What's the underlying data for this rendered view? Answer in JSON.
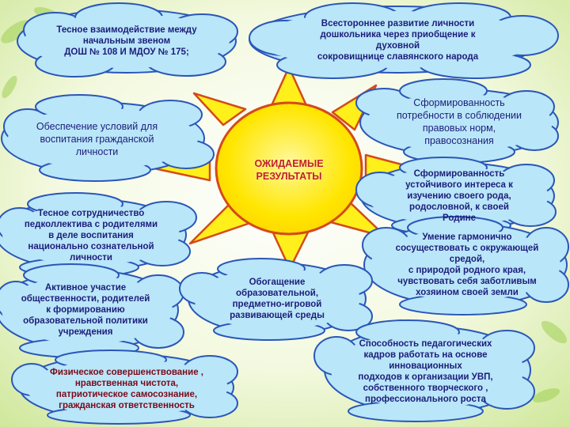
{
  "center": {
    "lines": [
      "ОЖИДАЕМЫЕ",
      "РЕЗУЛЬТАТЫ"
    ]
  },
  "colors": {
    "cloud_fill": "#b9e6f9",
    "cloud_stroke": "#2a56b8",
    "sun_fill": "#ffe600",
    "ray_fill": "#ffef1a",
    "ray_stroke": "#d44a1a",
    "text_dark_blue": "#1d1d7a",
    "text_dark_red": "#7a0a1a",
    "title_red": "#c0202a"
  },
  "clouds": [
    {
      "id": "c1",
      "lines": [
        "Тесное взаимодействие  между",
        "начальным звеном",
        "ДОШ № 108 И МДОУ № 175;"
      ]
    },
    {
      "id": "c2",
      "lines": [
        "Всестороннее развитие личности",
        "дошкольника  через приобщение  к",
        "духовной",
        "сокровищнице  славянского народа"
      ]
    },
    {
      "id": "c3",
      "lines": [
        "Сформированность",
        "потребности в соблюдении",
        "правовых норм,",
        "правосознания"
      ]
    },
    {
      "id": "c4",
      "lines": [
        "Обеспечение условий для",
        "воспитания гражданской",
        "личности"
      ]
    },
    {
      "id": "c5",
      "lines": [
        "Сформированность",
        "устойчивого  интереса к",
        "изучению своего рода,",
        "родословной,  к своей",
        "Родине"
      ]
    },
    {
      "id": "c6",
      "lines": [
        "Тесное сотрудничество",
        "педколлектива с родителями",
        "в деле воспитания",
        "национально  сознательной",
        "личности"
      ]
    },
    {
      "id": "c7",
      "lines": [
        "Умение  гармонично",
        "сосуществовать  с окружающей",
        "средой,",
        "с природой  родного края,",
        "чувствовать  себя заботливым",
        "хозяином своей земли"
      ]
    },
    {
      "id": "c8",
      "lines": [
        "Активное  участие",
        "общественности,  родителей",
        "к формированию",
        "образовательной  политики",
        "учреждения"
      ]
    },
    {
      "id": "c9",
      "lines": [
        "Обогащение",
        "образовательной,",
        "предметно-игровой",
        "развивающей  среды"
      ]
    },
    {
      "id": "c10",
      "lines": [
        "Способность  педагогических",
        "кадров работать  на основе",
        "инновационных",
        "подходов к организации УВП,",
        "собственного творческого ,",
        "профессионального роста"
      ]
    },
    {
      "id": "c11",
      "lines": [
        "Физическое совершенствование  ,",
        "нравственная чистота,",
        "патриотическое  самосознание,",
        "гражданская ответственность"
      ]
    }
  ]
}
